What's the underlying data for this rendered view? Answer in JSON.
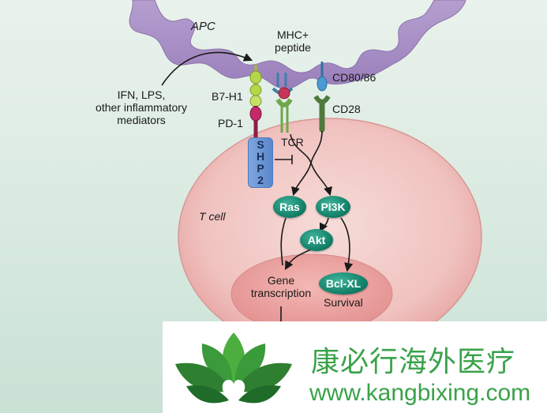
{
  "labels": {
    "apc": "APC",
    "mhc_peptide_line1": "MHC+",
    "mhc_peptide_line2": "peptide",
    "cd80_86": "CD80/86",
    "cd28": "CD28",
    "b7_h1": "B7-H1",
    "pd_1": "PD-1",
    "tcr": "TCR",
    "t_cell": "T cell",
    "inflammatory_line1": "IFN, LPS,",
    "inflammatory_line2": "other inflammatory",
    "inflammatory_line3": "mediators",
    "gene_line1": "Gene",
    "gene_line2": "transcription",
    "survival": "Survival"
  },
  "shp2_letters": [
    "S",
    "H",
    "P",
    "2"
  ],
  "nodes": {
    "ras": "Ras",
    "pi3k": "PI3K",
    "akt": "Akt",
    "bcl_xl": "Bcl-XL"
  },
  "watermark": {
    "chinese": "康必行海外医疗",
    "url": "www.kangbixing.com"
  },
  "colors": {
    "apc": "#a98fc4",
    "cell": "#f2c6c3",
    "node": "#0f7b64",
    "pd1": "#b0245a",
    "b7h1": "#a8cc3a",
    "cd28": "#4e7a3c",
    "cd80": "#3f8fc6",
    "shp2": "#6f97d6",
    "watermark_green": "#3aa24a"
  }
}
